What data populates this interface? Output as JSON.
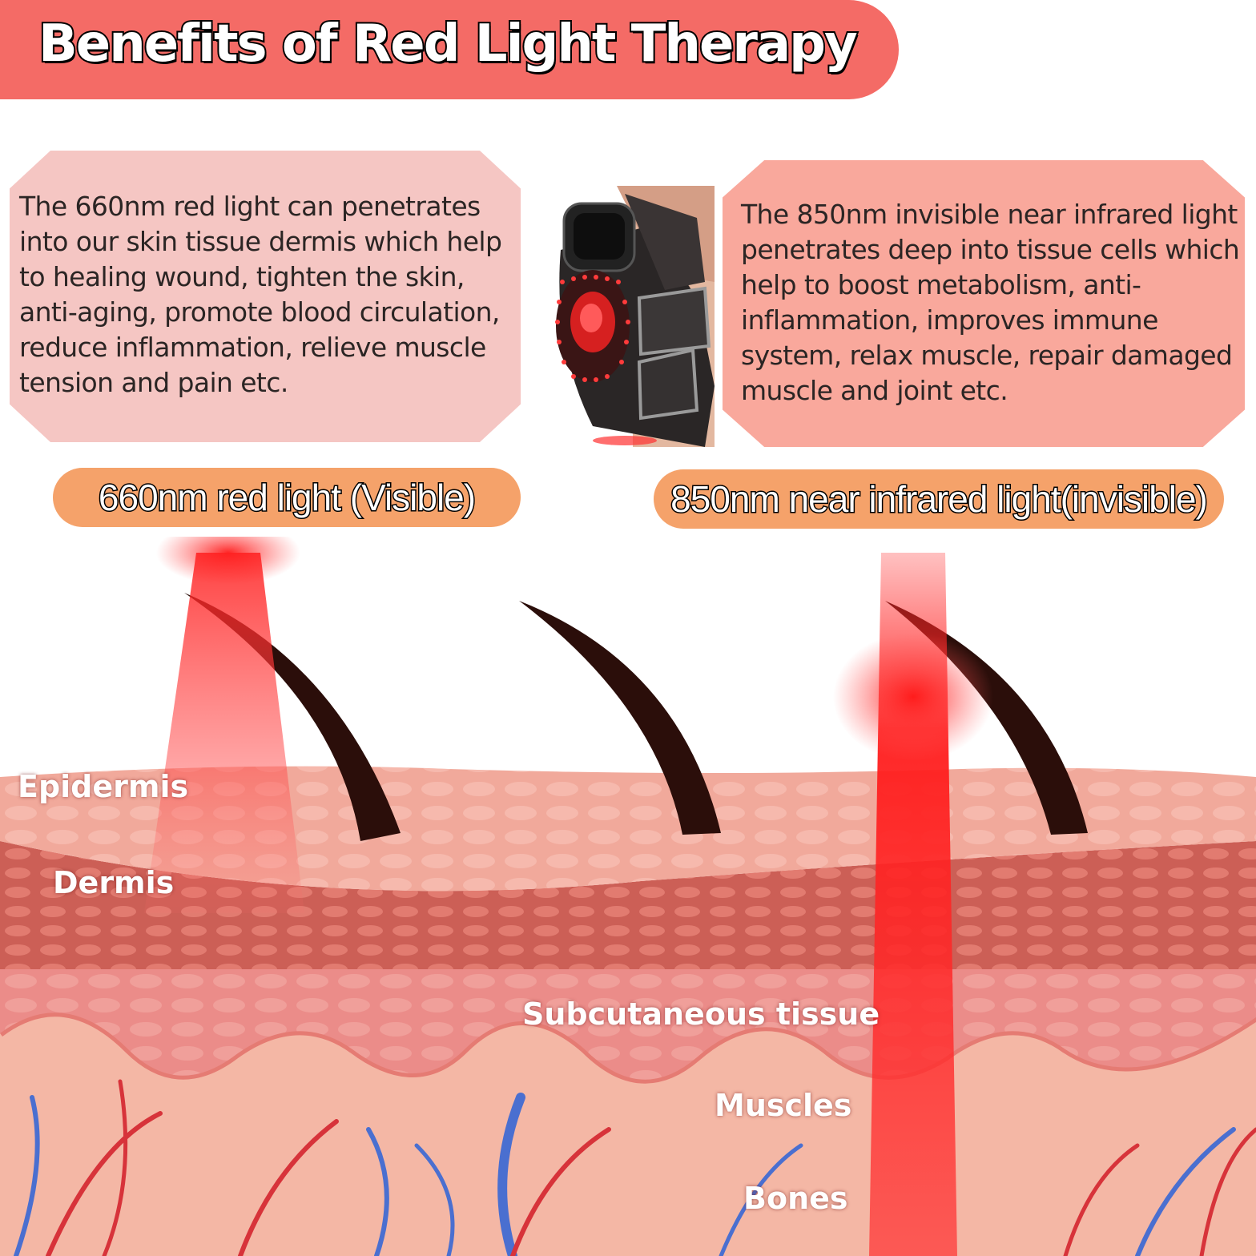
{
  "title": "Benefits of Red Light Therapy",
  "cards": {
    "left_text": "The 660nm red light can penetrates into our skin tissue dermis which help to healing wound, tighten the skin, anti-aging, promote blood circulation, reduce inflammation, relieve muscle tension and pain etc.",
    "right_text": "The 850nm invisible near infrared light penetrates deep into tissue cells which help to boost metabolism, anti-inflammation,  improves immune system, relax muscle, repair damaged muscle and joint etc."
  },
  "pills": {
    "left": "660nm red light (Visible)",
    "right": "850nm near infrared light(invisible)"
  },
  "layers": {
    "epidermis": "Epidermis",
    "dermis": "Dermis",
    "subcutaneous": "Subcutaneous tissue",
    "muscles": "Muscles",
    "bones": "Bones"
  },
  "colors": {
    "banner": "#f46b66",
    "card_left": "#f5c6c3",
    "card_right": "#f9a89c",
    "pill": "#f5a26a",
    "light_red": "#ff2020"
  }
}
